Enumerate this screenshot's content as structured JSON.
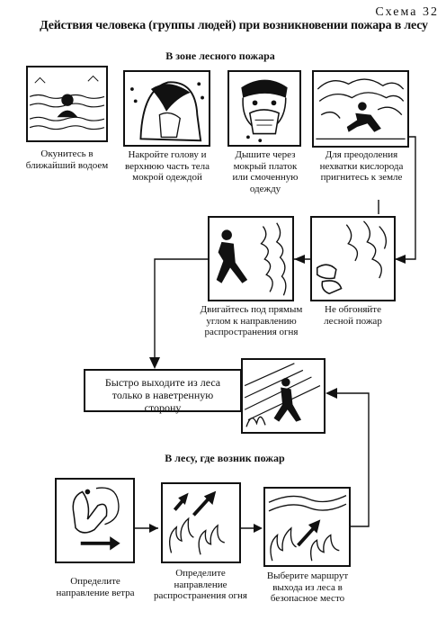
{
  "header": {
    "scheme_label": "Схема 32",
    "title": "Действия человека (группы людей) при возникновении пожара в лесу"
  },
  "section_fire_zone": {
    "heading": "В зоне лесного пожара",
    "steps": [
      {
        "caption": "Окунитесь в ближайший водоем",
        "icon": "person-in-water-icon"
      },
      {
        "caption": "Накройте голову и верхнюю часть тела мокрой одеждой",
        "icon": "person-covering-head-icon"
      },
      {
        "caption": "Дышите через мокрый платок или смоченную одежду",
        "icon": "person-breathing-through-cloth-icon"
      },
      {
        "caption": "Для преодоления нехватки кислорода пригнитесь к земле",
        "icon": "person-crouching-icon"
      },
      {
        "caption": "Не обгоняйте лесной пожар",
        "icon": "fire-and-feet-icon"
      },
      {
        "caption": "Двигайтесь под прямым углом к направлению распространения огня",
        "icon": "person-running-icon"
      }
    ]
  },
  "exit_box": {
    "text": "Быстро выходите из леса только в наветренную сторону",
    "icon": "person-running-from-fire-icon"
  },
  "section_forest_fire": {
    "heading": "В лесу, где возник пожар",
    "steps": [
      {
        "caption": "Определите направление ветра",
        "icon": "hand-wind-icon"
      },
      {
        "caption": "Определите направление распространения огня",
        "icon": "fire-direction-icon"
      },
      {
        "caption": "Выберите маршрут выхода из леса в безопасное место",
        "icon": "exit-route-icon"
      }
    ]
  }
}
